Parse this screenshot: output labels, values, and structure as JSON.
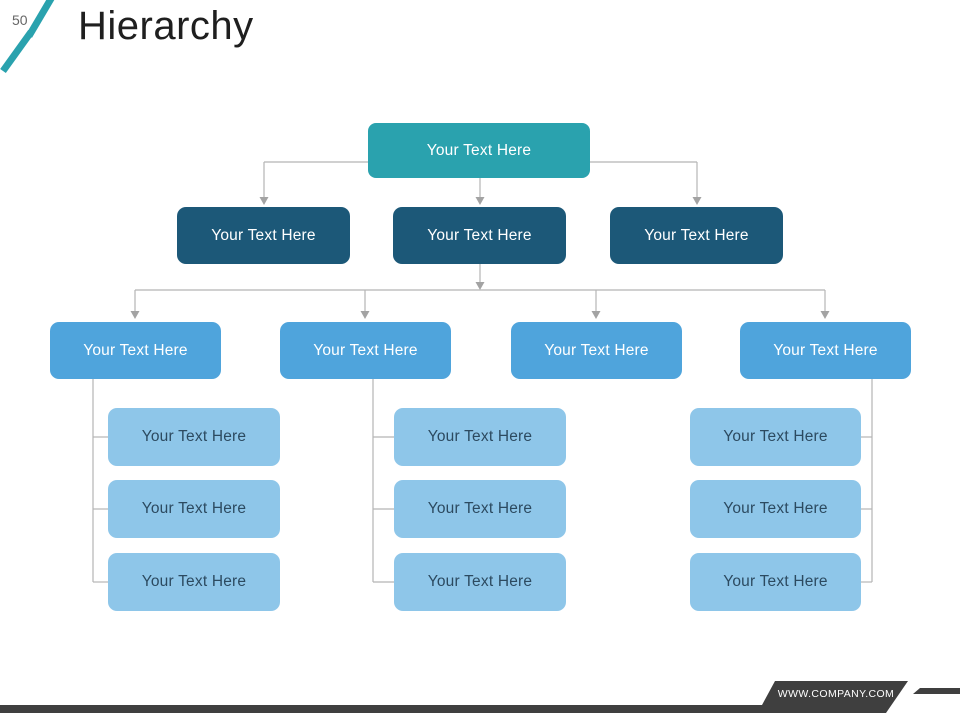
{
  "page": {
    "number": "50",
    "title": "Hierarchy",
    "footer_url": "WWW.COMPANY.COM"
  },
  "colors": {
    "teal": "#2AA2AE",
    "navy": "#1C5878",
    "blue": "#4FA4DC",
    "light_blue": "#8EC6E9",
    "node_text_dark": "#2C4A60",
    "connector": "#B5B5B5",
    "arrow": "#A3A3A3",
    "footer_bar": "#3F3F3F"
  },
  "hierarchy": {
    "level1": [
      {
        "label": "Your Text Here"
      }
    ],
    "level2": [
      {
        "label": "Your Text Here"
      },
      {
        "label": "Your Text Here"
      },
      {
        "label": "Your Text Here"
      }
    ],
    "level3": [
      {
        "label": "Your Text Here"
      },
      {
        "label": "Your Text Here"
      },
      {
        "label": "Your Text Here"
      },
      {
        "label": "Your Text Here"
      }
    ],
    "level4_groups": [
      {
        "parent_index": 0,
        "children": [
          {
            "label": "Your Text Here"
          },
          {
            "label": "Your Text Here"
          },
          {
            "label": "Your Text Here"
          }
        ]
      },
      {
        "parent_index": 1,
        "children": [
          {
            "label": "Your Text Here"
          },
          {
            "label": "Your Text Here"
          },
          {
            "label": "Your Text Here"
          }
        ]
      },
      {
        "parent_index": 3,
        "children": [
          {
            "label": "Your Text Here"
          },
          {
            "label": "Your Text Here"
          },
          {
            "label": "Your Text Here"
          }
        ]
      }
    ]
  }
}
